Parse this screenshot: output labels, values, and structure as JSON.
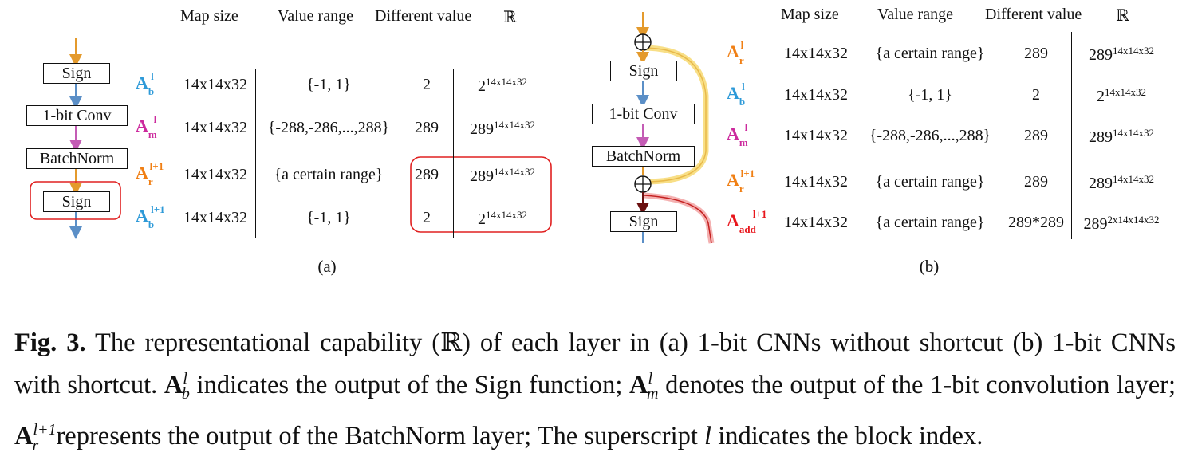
{
  "colors": {
    "sign": "#2e9ad8",
    "mult": "#cc2a9d",
    "bn": "#f07f14",
    "add": "#e8161c",
    "box": "#e02020"
  },
  "headers_a": [
    "Map size",
    "Value range",
    "Different value",
    "ℝ"
  ],
  "headers_b": [
    "Map size",
    "Value range",
    "Different value",
    "ℝ"
  ],
  "blocks_a": [
    "Sign",
    "1-bit Conv",
    "BatchNorm",
    "Sign"
  ],
  "blocks_b": [
    "Sign",
    "1-bit Conv",
    "BatchNorm",
    "Sign"
  ],
  "rows_a": [
    {
      "base": "A",
      "sub": "b",
      "sup": "l",
      "map": "14x14x32",
      "range": "{-1, 1}",
      "diff": "2",
      "cap_base": "2",
      "cap_exp": "14x14x32"
    },
    {
      "base": "A",
      "sub": "m",
      "sup": "l",
      "map": "14x14x32",
      "range": "{-288,-286,...,288}",
      "diff": "289",
      "cap_base": "289",
      "cap_exp": "14x14x32"
    },
    {
      "base": "A",
      "sub": "r",
      "sup": "l+1",
      "map": "14x14x32",
      "range": "{a certain range}",
      "diff": "289",
      "cap_base": "289",
      "cap_exp": "14x14x32"
    },
    {
      "base": "A",
      "sub": "b",
      "sup": "l+1",
      "map": "14x14x32",
      "range": "{-1, 1}",
      "diff": "2",
      "cap_base": "2",
      "cap_exp": "14x14x32"
    }
  ],
  "rows_b": [
    {
      "base": "A",
      "sub": "r",
      "sup": "l",
      "map": "14x14x32",
      "range": "{a certain range}",
      "diff": "289",
      "cap_base": "289",
      "cap_exp": "14x14x32"
    },
    {
      "base": "A",
      "sub": "b",
      "sup": "l",
      "map": "14x14x32",
      "range": "{-1, 1}",
      "diff": "2",
      "cap_base": "2",
      "cap_exp": "14x14x32"
    },
    {
      "base": "A",
      "sub": "m",
      "sup": "l",
      "map": "14x14x32",
      "range": "{-288,-286,...,288}",
      "diff": "289",
      "cap_base": "289",
      "cap_exp": "14x14x32"
    },
    {
      "base": "A",
      "sub": "r",
      "sup": "l+1",
      "map": "14x14x32",
      "range": "{a certain range}",
      "diff": "289",
      "cap_base": "289",
      "cap_exp": "14x14x32"
    },
    {
      "base": "A",
      "sub": "add",
      "sup": "l+1",
      "map": "14x14x32",
      "range": "{a certain range}",
      "diff": "289*289",
      "cap_base": "289",
      "cap_exp": "2x14x14x32"
    }
  ],
  "label_a": "(a)",
  "label_b": "(b)",
  "caption": {
    "fig": "Fig. 3.",
    "p1": " The representational capability (ℝ) of each layer in (a) 1-bit CNNs without shortcut (b) 1-bit CNNs with shortcut. ",
    "p2": " indicates the output of the Sign function; ",
    "p3": " denotes the output of the 1-bit convolution layer; ",
    "p4": " represents the output of the BatchNorm layer; The superscript ",
    "p5": " indicates the block index.",
    "sym_A": "A",
    "sym_b": "b",
    "sym_m": "m",
    "sym_r": "r",
    "sym_l": "l",
    "sym_l1": "l+1"
  }
}
